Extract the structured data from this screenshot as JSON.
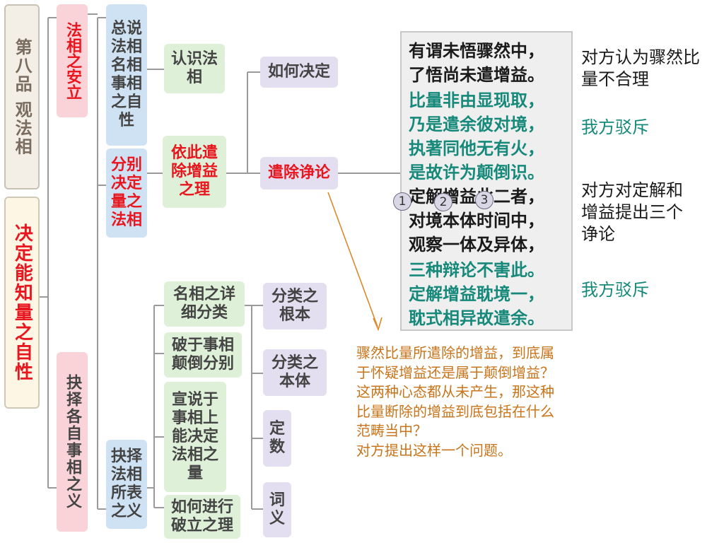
{
  "chapter": "第八品 观法相",
  "title": "决定能知量之自性",
  "l2": {
    "a": "法相之安立",
    "b": "抉择各自事相之义"
  },
  "l3": {
    "a": "总说法相名相事相之自性",
    "b": "分别决定量之法相",
    "c": "抉择法相所表之义"
  },
  "l4": {
    "a": "认识法相",
    "b": "依此遣除增益之理",
    "c": "名相之详细分类",
    "d": "破于事相颠倒分别",
    "e": "宣说于事相上能决定法相之量",
    "f": "如何进行破立之理"
  },
  "l5": {
    "a": "如何决定",
    "b": "遣除诤论",
    "c": "分类之根本",
    "d": "分类之本体",
    "e": "定数",
    "f": "词义"
  },
  "verse": [
    "有谓未悟骤然中，",
    "了悟尚未遣增益。",
    "比量非由显现取，",
    "乃是遣余彼对境，",
    "执著同他无有火，",
    "是故许为颠倒识。",
    "定解增益此二者，",
    "对境本体时间中，",
    "观察一体及异体，",
    "三种辩论不害此。",
    "定解增益耽境一，",
    "耽式相异故遣余。"
  ],
  "labels": {
    "a": "对方认为骤然比量不合理",
    "b": "我方驳斥",
    "c": "对方对定解和增益提出三个诤论",
    "d": "我方驳斥"
  },
  "circles": [
    "1",
    "2",
    "3"
  ],
  "annotation": [
    "骤然比量所遣除的增益，到底属",
    "于怀疑增益还是属于颠倒增益？",
    "这两种心态都从未产生，那这种",
    "比量断除的增益到底包括在什么",
    "范畴当中？",
    "对方提出这样一个问题。"
  ],
  "colors": {
    "black": "#1a1a1a",
    "teal": "#16897a",
    "red": "#e8161e",
    "gray": "#555555",
    "orange": "#c8741a"
  }
}
